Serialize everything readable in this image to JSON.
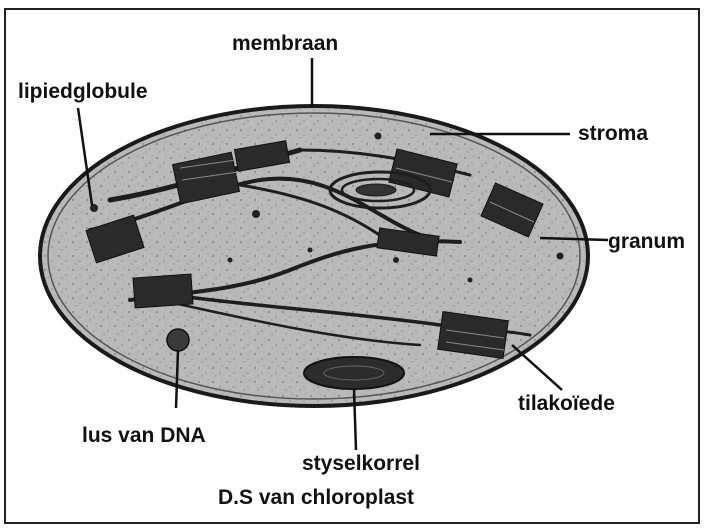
{
  "labels": {
    "membrane": "membraan",
    "lipid_globule": "lipiedglobule",
    "stroma": "stroma",
    "granum": "granum",
    "thylakoid": "tilakoïede",
    "dna_loop": "lus van DNA",
    "starch_grain": "styselkorrel"
  },
  "caption": "D.S van chloroplast",
  "colors": {
    "stroma_fill": "#b4b4b4",
    "granum_fill": "#2a2a2a",
    "outline": "#1a1a1a",
    "text": "#111111"
  }
}
